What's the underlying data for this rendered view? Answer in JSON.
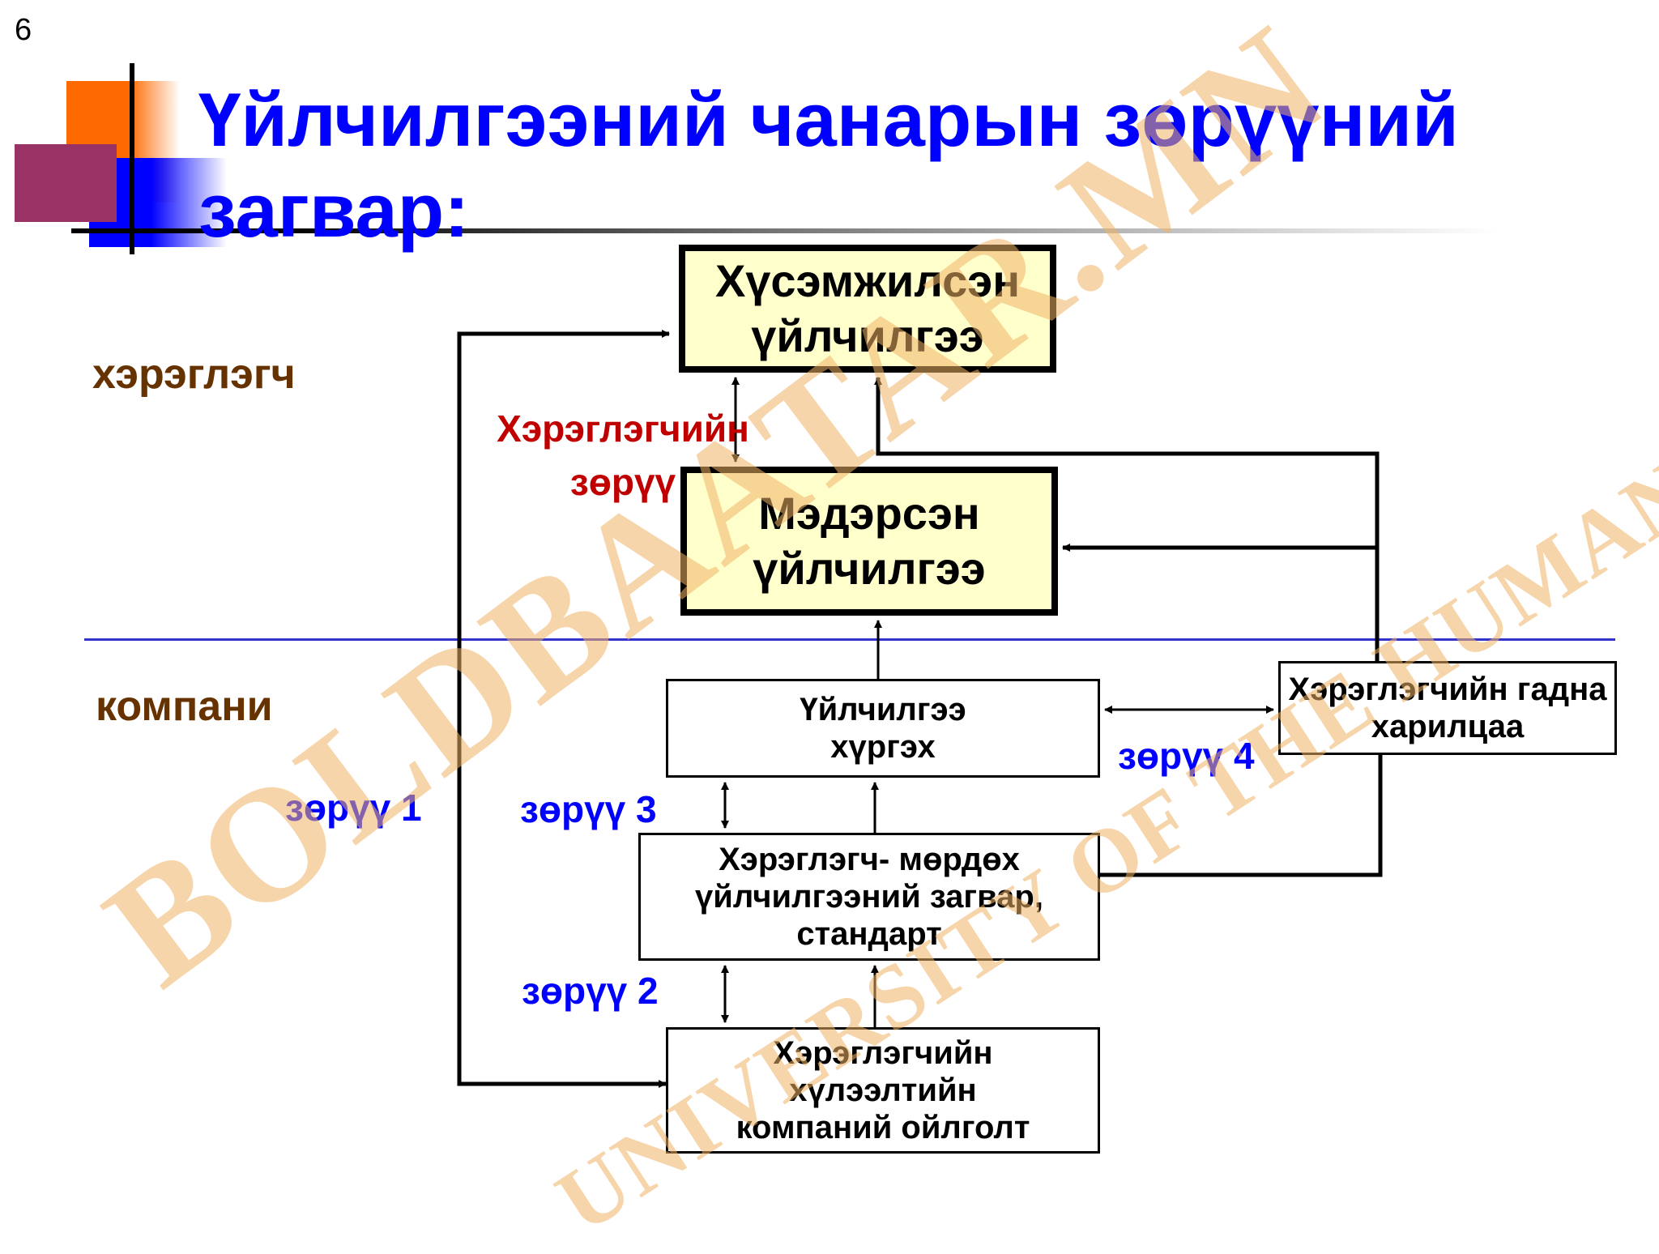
{
  "page_number": "6",
  "title": "Үйлчилгээний чанарын зөрүүний загвар:",
  "sections": {
    "customer": "хэрэглэгч",
    "company": "компани"
  },
  "boxes": {
    "expected_service": "Хүсэмжилсэн үйлчилгээ",
    "perceived_service": "Мэдэрсэн үйлчилгээ",
    "service_delivery": "Үйлчилгээ хүргэх",
    "external_communication": "Хэрэглэгчийн гадна харилцаа",
    "service_standards": "Хэрэглэгч- мөрдөх үйлчилгээний загвар, стандарт",
    "management_perception": "Хэрэглэгчийн хүлээлтийн компаний ойлголт"
  },
  "gaps": {
    "gap_1": "зөрүү 1",
    "gap_2": "зөрүү 2",
    "gap_3": "зөрүү 3",
    "gap_4": "зөрүү 4",
    "customer_gap": "Хэрэглэгчийн зөрүү"
  },
  "watermark": {
    "line1": "BOLDBAATAR.MN",
    "line2": "UNIVERSITY OF THE HUMANITIES"
  },
  "colors": {
    "title": "#0000ff",
    "gap_label": "#0000ff",
    "customer_gap_label": "#c00000",
    "section_label": "#663300",
    "highlight_box": "#ffffcc",
    "divider": "#3333cc",
    "watermark": "#f0b266"
  }
}
